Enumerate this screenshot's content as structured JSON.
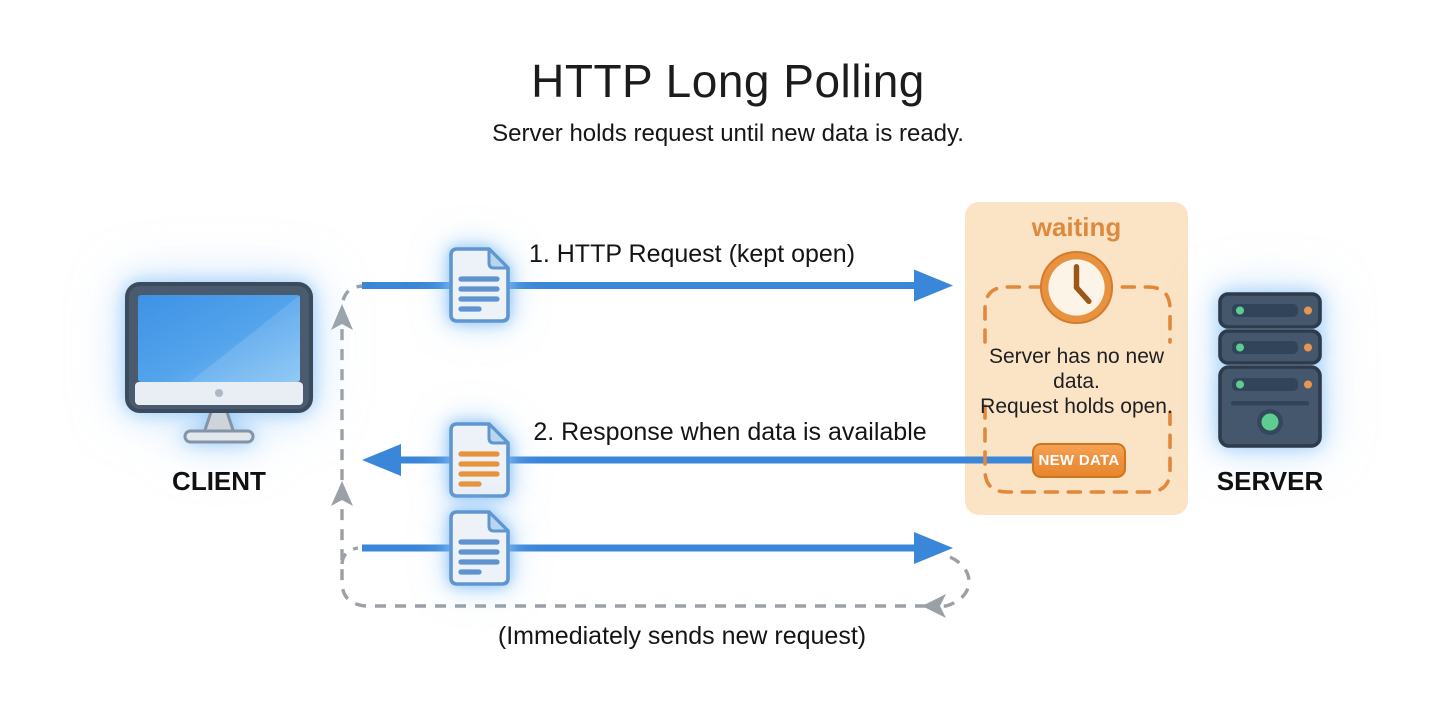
{
  "header": {
    "title": "HTTP Long Polling",
    "subtitle": "Server holds request until new data is ready."
  },
  "client": {
    "label": "CLIENT",
    "icon": "desktop-computer-icon"
  },
  "server": {
    "label": "SERVER",
    "icon": "server-rack-icon"
  },
  "flows": {
    "request": {
      "label": "1. HTTP Request (kept open)",
      "icon": "document-icon",
      "direction": "client-to-server"
    },
    "response": {
      "label": "2. Response when data is available",
      "icon": "document-icon",
      "direction": "server-to-client"
    },
    "new_request": {
      "icon": "document-icon",
      "direction": "client-to-server"
    },
    "loop_note": "(Immediately sends new request)"
  },
  "waiting_panel": {
    "title": "waiting",
    "icon": "clock-icon",
    "message_line1": "Server has no new data.",
    "message_line2": "Request holds open.",
    "badge_label": "NEW DATA"
  },
  "colors": {
    "arrow_blue": "#3a86d8",
    "loop_gray": "#9aa0a6",
    "panel_bg": "#fbe3c5",
    "panel_orange": "#e2883a",
    "badge_bg": "#ef9340",
    "badge_border": "#d0751f",
    "doc_lines_blue": "#5e93cf",
    "doc_lines_orange": "#e8923a",
    "text_dark": "#1d1d1f"
  }
}
